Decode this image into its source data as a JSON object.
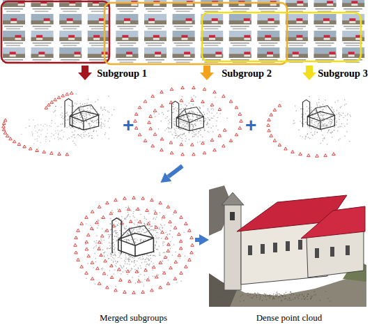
{
  "diagram": {
    "nodes": [
      {
        "text": [
          "Subgroup 1"
        ]
      },
      {
        "text": [
          "Subgroup 2"
        ]
      },
      {
        "text": [
          "Subgroup 3"
        ]
      },
      {
        "text": [
          "Merged subgroups"
        ]
      },
      {
        "text": [
          "Dense point cloud"
        ]
      }
    ],
    "edges": [
      {
        "from": 1,
        "to": 3,
        "arrow": "to"
      },
      {
        "from": 3,
        "to": 4,
        "arrow": "to"
      }
    ],
    "labels": [
      "+",
      "+"
    ]
  }
}
